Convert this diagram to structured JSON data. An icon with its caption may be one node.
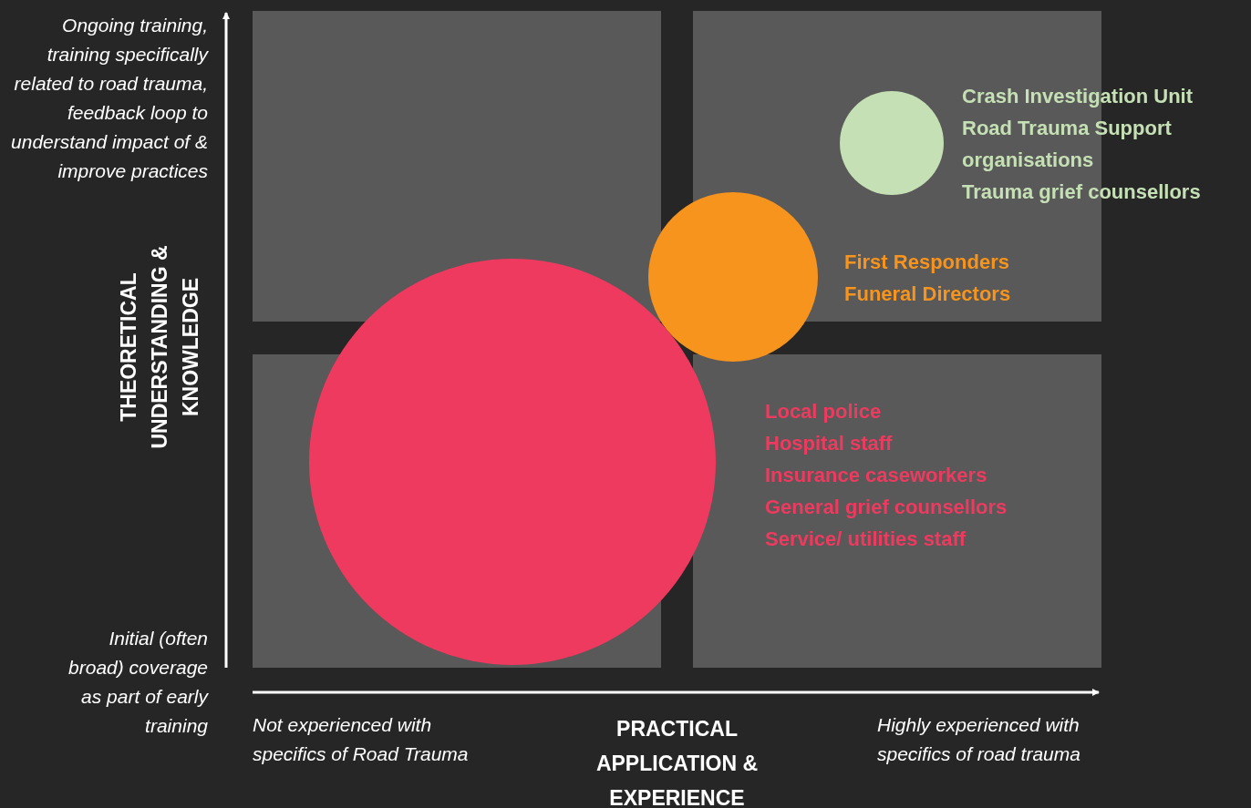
{
  "diagram": {
    "nodes": [
      {
        "text": [],
        "shape": "circle",
        "beside": [
          "Crash Investigation Unit",
          "Road Trauma Support organisations",
          "Trauma grief counsellors"
        ]
      },
      {
        "text": [],
        "shape": "circle",
        "beside": [
          "First Responders",
          "Funeral Directors"
        ]
      },
      {
        "text": [],
        "shape": "circle",
        "beside": [
          "Local police",
          "Hospital staff",
          "Insurance caseworkers",
          "General grief counsellors",
          "Service/ utilities staff"
        ]
      }
    ],
    "labels": [
      "Ongoing training, training specifically related to road trauma, feedback loop to understand impact of & improve practices",
      "THEORETICAL UNDERSTANDING & KNOWLEDGE",
      "Initial (often broad) coverage as part of early training",
      "Not experienced with specifics of Road Trauma",
      "PRACTICAL APPLICATION & EXPERIENCE",
      "Highly experienced with specifics of road trauma"
    ]
  }
}
